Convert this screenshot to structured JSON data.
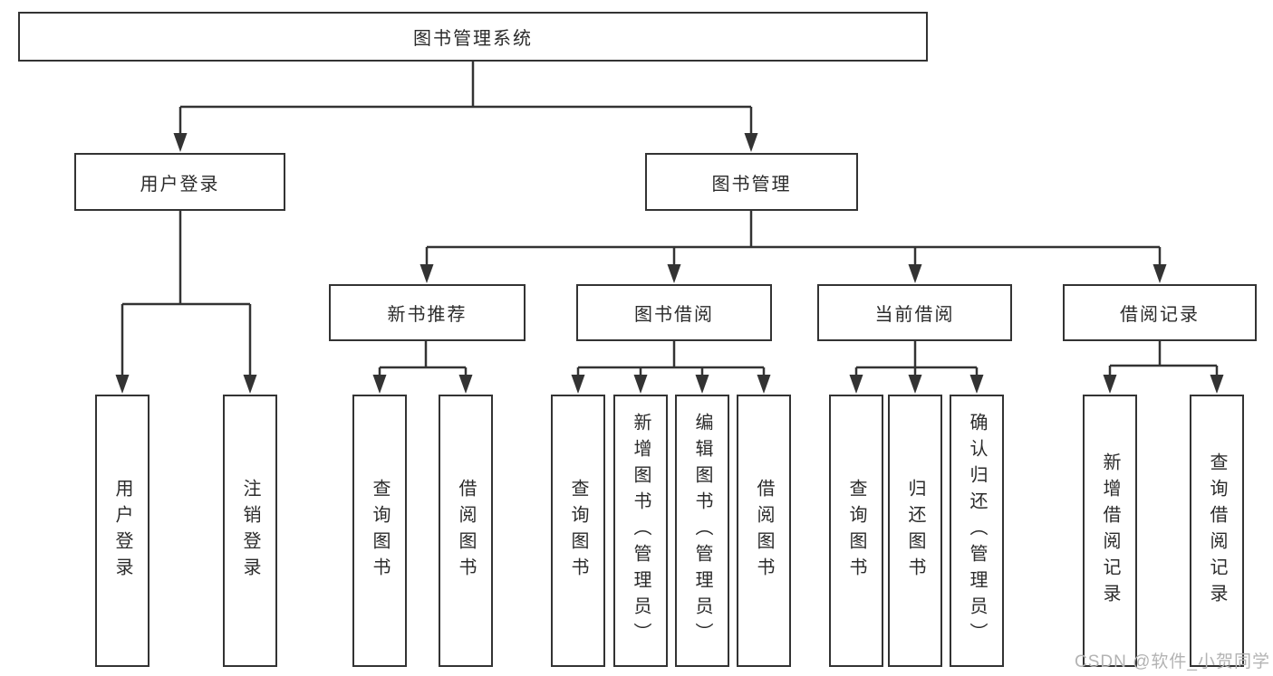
{
  "tree": {
    "root": {
      "label": "图书管理系统"
    },
    "branches": [
      {
        "label": "用户登录",
        "leaves": [
          {
            "label": "用户登录"
          },
          {
            "label": "注销登录"
          }
        ]
      },
      {
        "label": "图书管理",
        "sections": [
          {
            "label": "新书推荐",
            "leaves": [
              {
                "label": "查询图书"
              },
              {
                "label": "借阅图书"
              }
            ]
          },
          {
            "label": "图书借阅",
            "leaves": [
              {
                "label": "查询图书"
              },
              {
                "label": "新增图书（管理员）"
              },
              {
                "label": "编辑图书（管理员）"
              },
              {
                "label": "借阅图书"
              }
            ]
          },
          {
            "label": "当前借阅",
            "leaves": [
              {
                "label": "查询图书"
              },
              {
                "label": "归还图书"
              },
              {
                "label": "确认归还（管理员）"
              }
            ]
          },
          {
            "label": "借阅记录",
            "leaves": [
              {
                "label": "新增借阅记录"
              },
              {
                "label": "查询借阅记录"
              }
            ]
          }
        ]
      }
    ]
  },
  "watermark": {
    "text": "CSDN @软件_小贺同学",
    "color": "#b3b3b3"
  },
  "colors": {
    "line": "#333333",
    "text": "#2b2b2b",
    "box_background": "#ffffff",
    "page_background": "#ffffff"
  }
}
